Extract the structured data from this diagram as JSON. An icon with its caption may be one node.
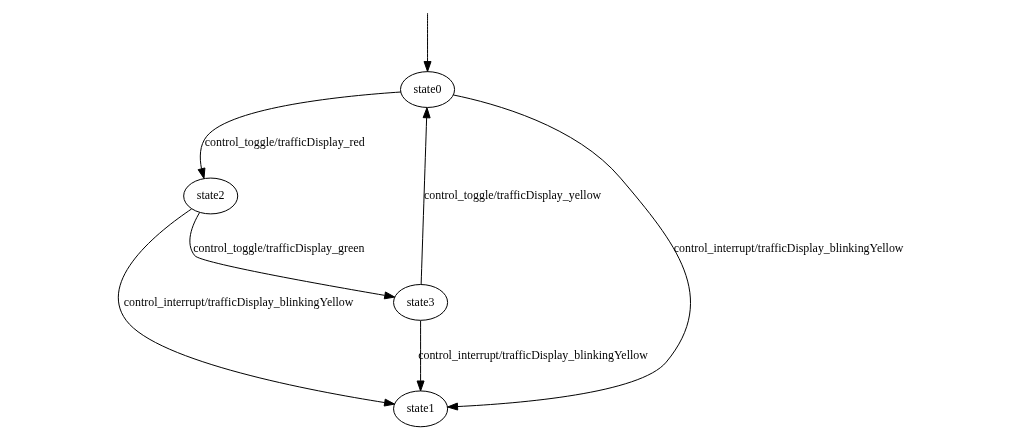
{
  "diagram": {
    "nodes": [
      {
        "text": [
          "state0"
        ]
      },
      {
        "text": [
          "state2"
        ]
      },
      {
        "text": [
          "state3"
        ]
      },
      {
        "text": [
          "state1"
        ]
      }
    ],
    "edges": [
      {
        "from": null,
        "to": 0,
        "arrow": "to"
      },
      {
        "from": 0,
        "to": 1,
        "arrow": "to",
        "label": "control_toggle/trafficDisplay_red"
      },
      {
        "from": 1,
        "to": 2,
        "arrow": "to",
        "label": "control_toggle/trafficDisplay_green"
      },
      {
        "from": 2,
        "to": 0,
        "arrow": "to",
        "label": "control_toggle/trafficDisplay_yellow"
      },
      {
        "from": 1,
        "to": 3,
        "arrow": "to",
        "label": "control_interrupt/trafficDisplay_blinkingYellow"
      },
      {
        "from": 0,
        "to": 3,
        "arrow": "to",
        "label": "control_interrupt/trafficDisplay_blinkingYellow"
      },
      {
        "from": 2,
        "to": 3,
        "arrow": "to",
        "label": "control_interrupt/trafficDisplay_blinkingYellow"
      }
    ]
  }
}
